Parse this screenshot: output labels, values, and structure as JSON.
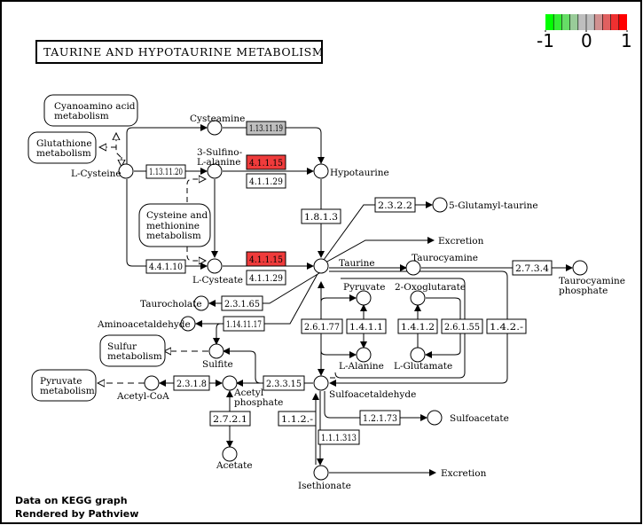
{
  "title": "TAURINE AND HYPOTAURINE METABOLISM",
  "footer": {
    "line1": "Data on KEGG graph",
    "line2": "Rendered by Pathview"
  },
  "legend": {
    "min_label": "-1",
    "mid_label": "0",
    "max_label": "1",
    "colors": [
      "#00FF00",
      "#33EE33",
      "#66DD66",
      "#99CC99",
      "#BEBEBE",
      "#BEBEBE",
      "#D09090",
      "#E06060",
      "#EF3030",
      "#FF0000"
    ]
  },
  "colors": {
    "up": "#EF3B3B",
    "neutral": "#BEBEBE",
    "none": "#FFFFFF"
  },
  "compounds": {
    "cysteamine": "Cysteamine",
    "sulfinoalanine_1": "3-Sulfino-",
    "sulfinoalanine_2": "L-alanine",
    "l_cysteine": "L-Cysteine",
    "hypotaurine": "Hypotaurine",
    "glutamyl_taurine": "5-Glutamyl-taurine",
    "excretion_1": "Excretion",
    "taurine": "Taurine",
    "taurocyamine": "Taurocyamine",
    "taurocyamine_phosphate_1": "Taurocyamine",
    "taurocyamine_phosphate_2": "phosphate",
    "l_cysteate": "L-Cysteate",
    "taurocholate": "Taurocholate",
    "aminoacetaldehyde": "Aminoacetaldehyde",
    "pyruvate": "Pyruvate",
    "oxoglutarate": "2-Oxoglutarate",
    "l_alanine": "L-Alanine",
    "l_glutamate": "L-Glutamate",
    "sulfite": "Sulfite",
    "acetyl_coa": "Acetyl-CoA",
    "acetyl_phosphate_1": "Acetyl",
    "acetyl_phosphate_2": "phosphate",
    "sulfoacetaldehyde": "Sulfoacetaldehyde",
    "sulfoacetate": "Sulfoacetate",
    "acetate": "Acetate",
    "isethionate": "Isethionate",
    "excretion_2": "Excretion"
  },
  "pathways": {
    "cyanoamino_1": "Cyanoamino acid",
    "cyanoamino_2": "metabolism",
    "glutathione_1": "Glutathione",
    "glutathione_2": "metabolism",
    "cys_met_1": "Cysteine and",
    "cys_met_2": "methionine",
    "cys_met_3": "metabolism",
    "sulfur_1": "Sulfur",
    "sulfur_2": "metabolism",
    "pyruvate_1": "Pyruvate",
    "pyruvate_2": "metabolism"
  },
  "enzymes": {
    "e_1_13_11_19": {
      "label": "1.13.11.19",
      "status": "neutral"
    },
    "e_1_13_11_20": {
      "label": "1.13.11.20",
      "status": "none"
    },
    "e_4_1_1_15_a": {
      "label": "4.1.1.15",
      "status": "up"
    },
    "e_4_1_1_29_a": {
      "label": "4.1.1.29",
      "status": "none"
    },
    "e_4_1_1_15_b": {
      "label": "4.1.1.15",
      "status": "up"
    },
    "e_4_1_1_29_b": {
      "label": "4.1.1.29",
      "status": "none"
    },
    "e_4_4_1_10": {
      "label": "4.4.1.10",
      "status": "none"
    },
    "e_1_8_1_3": {
      "label": "1.8.1.3",
      "status": "none"
    },
    "e_2_3_2_2": {
      "label": "2.3.2.2",
      "status": "none"
    },
    "e_2_7_3_4": {
      "label": "2.7.3.4",
      "status": "none"
    },
    "e_2_3_1_65": {
      "label": "2.3.1.65",
      "status": "none"
    },
    "e_1_14_11_17": {
      "label": "1.14.11.17",
      "status": "none"
    },
    "e_2_6_1_77": {
      "label": "2.6.1.77",
      "status": "none"
    },
    "e_1_4_1_1": {
      "label": "1.4.1.1",
      "status": "none"
    },
    "e_1_4_1_2": {
      "label": "1.4.1.2",
      "status": "none"
    },
    "e_2_6_1_55": {
      "label": "2.6.1.55",
      "status": "none"
    },
    "e_1_4_2": {
      "label": "1.4.2.-",
      "status": "none"
    },
    "e_2_3_1_8": {
      "label": "2.3.1.8",
      "status": "none"
    },
    "e_2_3_3_15": {
      "label": "2.3.3.15",
      "status": "none"
    },
    "e_2_7_2_1": {
      "label": "2.7.2.1",
      "status": "none"
    },
    "e_1_1_2": {
      "label": "1.1.2.-",
      "status": "none"
    },
    "e_1_2_1_73": {
      "label": "1.2.1.73",
      "status": "none"
    },
    "e_1_1_1_313": {
      "label": "1.1.1.313",
      "status": "none"
    }
  }
}
